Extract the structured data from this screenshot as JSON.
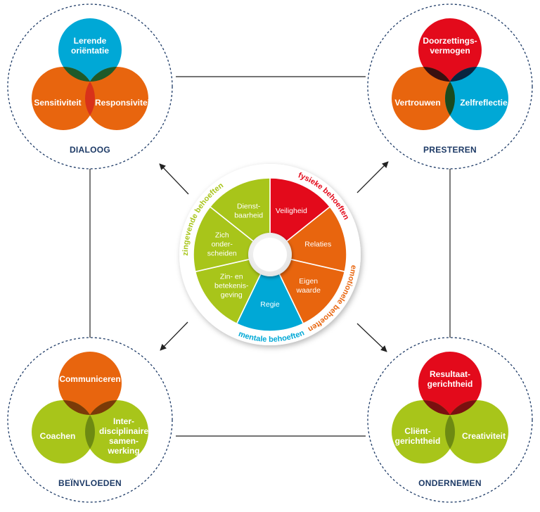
{
  "colors": {
    "orange": "#e8650e",
    "blue": "#00a8d6",
    "red": "#e30a1b",
    "green": "#a8c51a",
    "navy": "#1d3a66",
    "ring": "#1d3a66"
  },
  "clusters": {
    "dialoog": {
      "title": "DIALOOG",
      "top": [
        "Lerende",
        "oriëntatie"
      ],
      "left": [
        "Sensitiviteit"
      ],
      "right": [
        "Responsiviteit"
      ]
    },
    "presteren": {
      "title": "PRESTEREN",
      "top": [
        "Doorzettings-",
        "vermogen"
      ],
      "left": [
        "Vertrouwen"
      ],
      "right": [
        "Zelfreflectie"
      ]
    },
    "beinvloeden": {
      "title": "BEÏNVLOEDEN",
      "top": [
        "Communiceren"
      ],
      "left": [
        "Coachen"
      ],
      "right": [
        "Inter-",
        "disciplinaire",
        "samen-",
        "werking"
      ]
    },
    "ondernemen": {
      "title": "ONDERNEMEN",
      "top": [
        "Resultaat-",
        "gerichtheid"
      ],
      "left": [
        "Cliënt-",
        "gerichtheid"
      ],
      "right": [
        "Creativiteit"
      ]
    }
  },
  "wheel": {
    "segments": [
      {
        "label": [
          "Veiligheid"
        ],
        "color": "red"
      },
      {
        "label": [
          "Relaties"
        ],
        "color": "orange"
      },
      {
        "label": [
          "Eigen",
          "waarde"
        ],
        "color": "orange"
      },
      {
        "label": [
          "Regie"
        ],
        "color": "blue"
      },
      {
        "label": [
          "Zin- en",
          "betekenis-",
          "geving"
        ],
        "color": "green"
      },
      {
        "label": [
          "Zich",
          "onder-",
          "scheiden"
        ],
        "color": "green"
      },
      {
        "label": [
          "Dienst-",
          "baarheid"
        ],
        "color": "green"
      }
    ],
    "needs": {
      "fysiek": "fysieke behoeften",
      "emotioneel": "emotionele behoeften",
      "mentaal": "mentale behoeften",
      "zingevend": "zingevende behoeften"
    }
  }
}
